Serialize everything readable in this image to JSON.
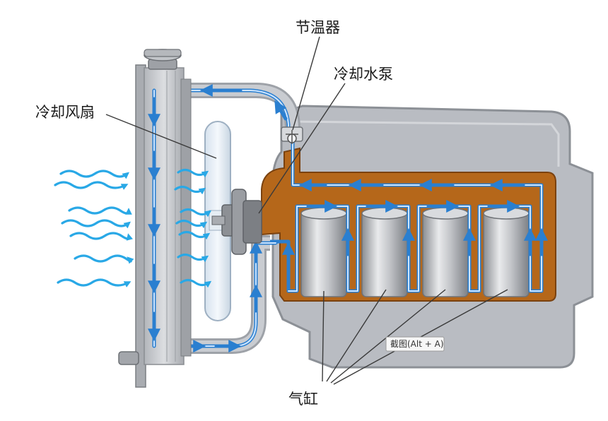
{
  "labels": {
    "thermostat": "节温器",
    "water_pump": "冷却水泵",
    "cooling_fan": "冷却风扇",
    "cylinder": "气缸"
  },
  "tooltip": {
    "text": "截图(Alt + A)"
  },
  "colors": {
    "coolant_flow": "#2a7fd0",
    "air_flow": "#29a8e6",
    "engine_block": "#b9bcc2",
    "hot_coolant": "#b5671a",
    "radiator": "#c9ccd1"
  }
}
